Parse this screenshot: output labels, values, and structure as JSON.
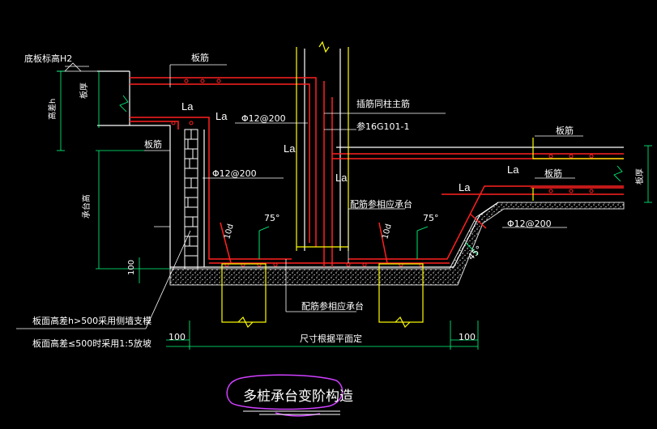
{
  "title": "多桩承台变阶构造",
  "labels": {
    "bottom_elev": "底板标高H2",
    "slab_rebar_top_left": "板筋",
    "slab_thickness_left": "板厚",
    "height_diff": "高差h",
    "slab_rebar_bottom_left": "板筋",
    "cap_height": "承台高",
    "column_main": "插筋同柱主筋",
    "ref_atlas": "参16G101-1",
    "rebar_spec_1": "Φ12@200",
    "rebar_spec_2": "Φ12@200",
    "rebar_spec_3": "Φ12@200",
    "reinforce_note": "配筋参相应承台",
    "reinforce_note_bottom": "配筋参相应承台",
    "slab_rebar_right_top": "板筋",
    "slab_rebar_right_mid": "板筋",
    "slab_thickness_right": "板厚",
    "size_by_plan": "尺寸根据平面定",
    "dim_100_left": "100",
    "dim_100_right": "100",
    "dim_100_vert": "100",
    "angle_1": "75°",
    "angle_2": "75°",
    "angle_3": "45°",
    "la_1": "La",
    "la_2": "La",
    "la_3": "La",
    "la_4": "La",
    "la_5": "La",
    "la_6": "La",
    "la_vert_1": "10d",
    "la_vert_2": "10d",
    "note_1": "板面高差h>500采用侧墙支模",
    "note_2": "板面高差≤500时采用1:5放坡"
  },
  "colors": {
    "background": "#000000",
    "rebar": "#ff2020",
    "outline": "#ffffff",
    "column": "#ffff00",
    "hatch": "#d8d8d8",
    "leader": "#ffffff",
    "dim": "#00ff80",
    "wall": "#ffffff",
    "highlight": "#d040ff"
  }
}
